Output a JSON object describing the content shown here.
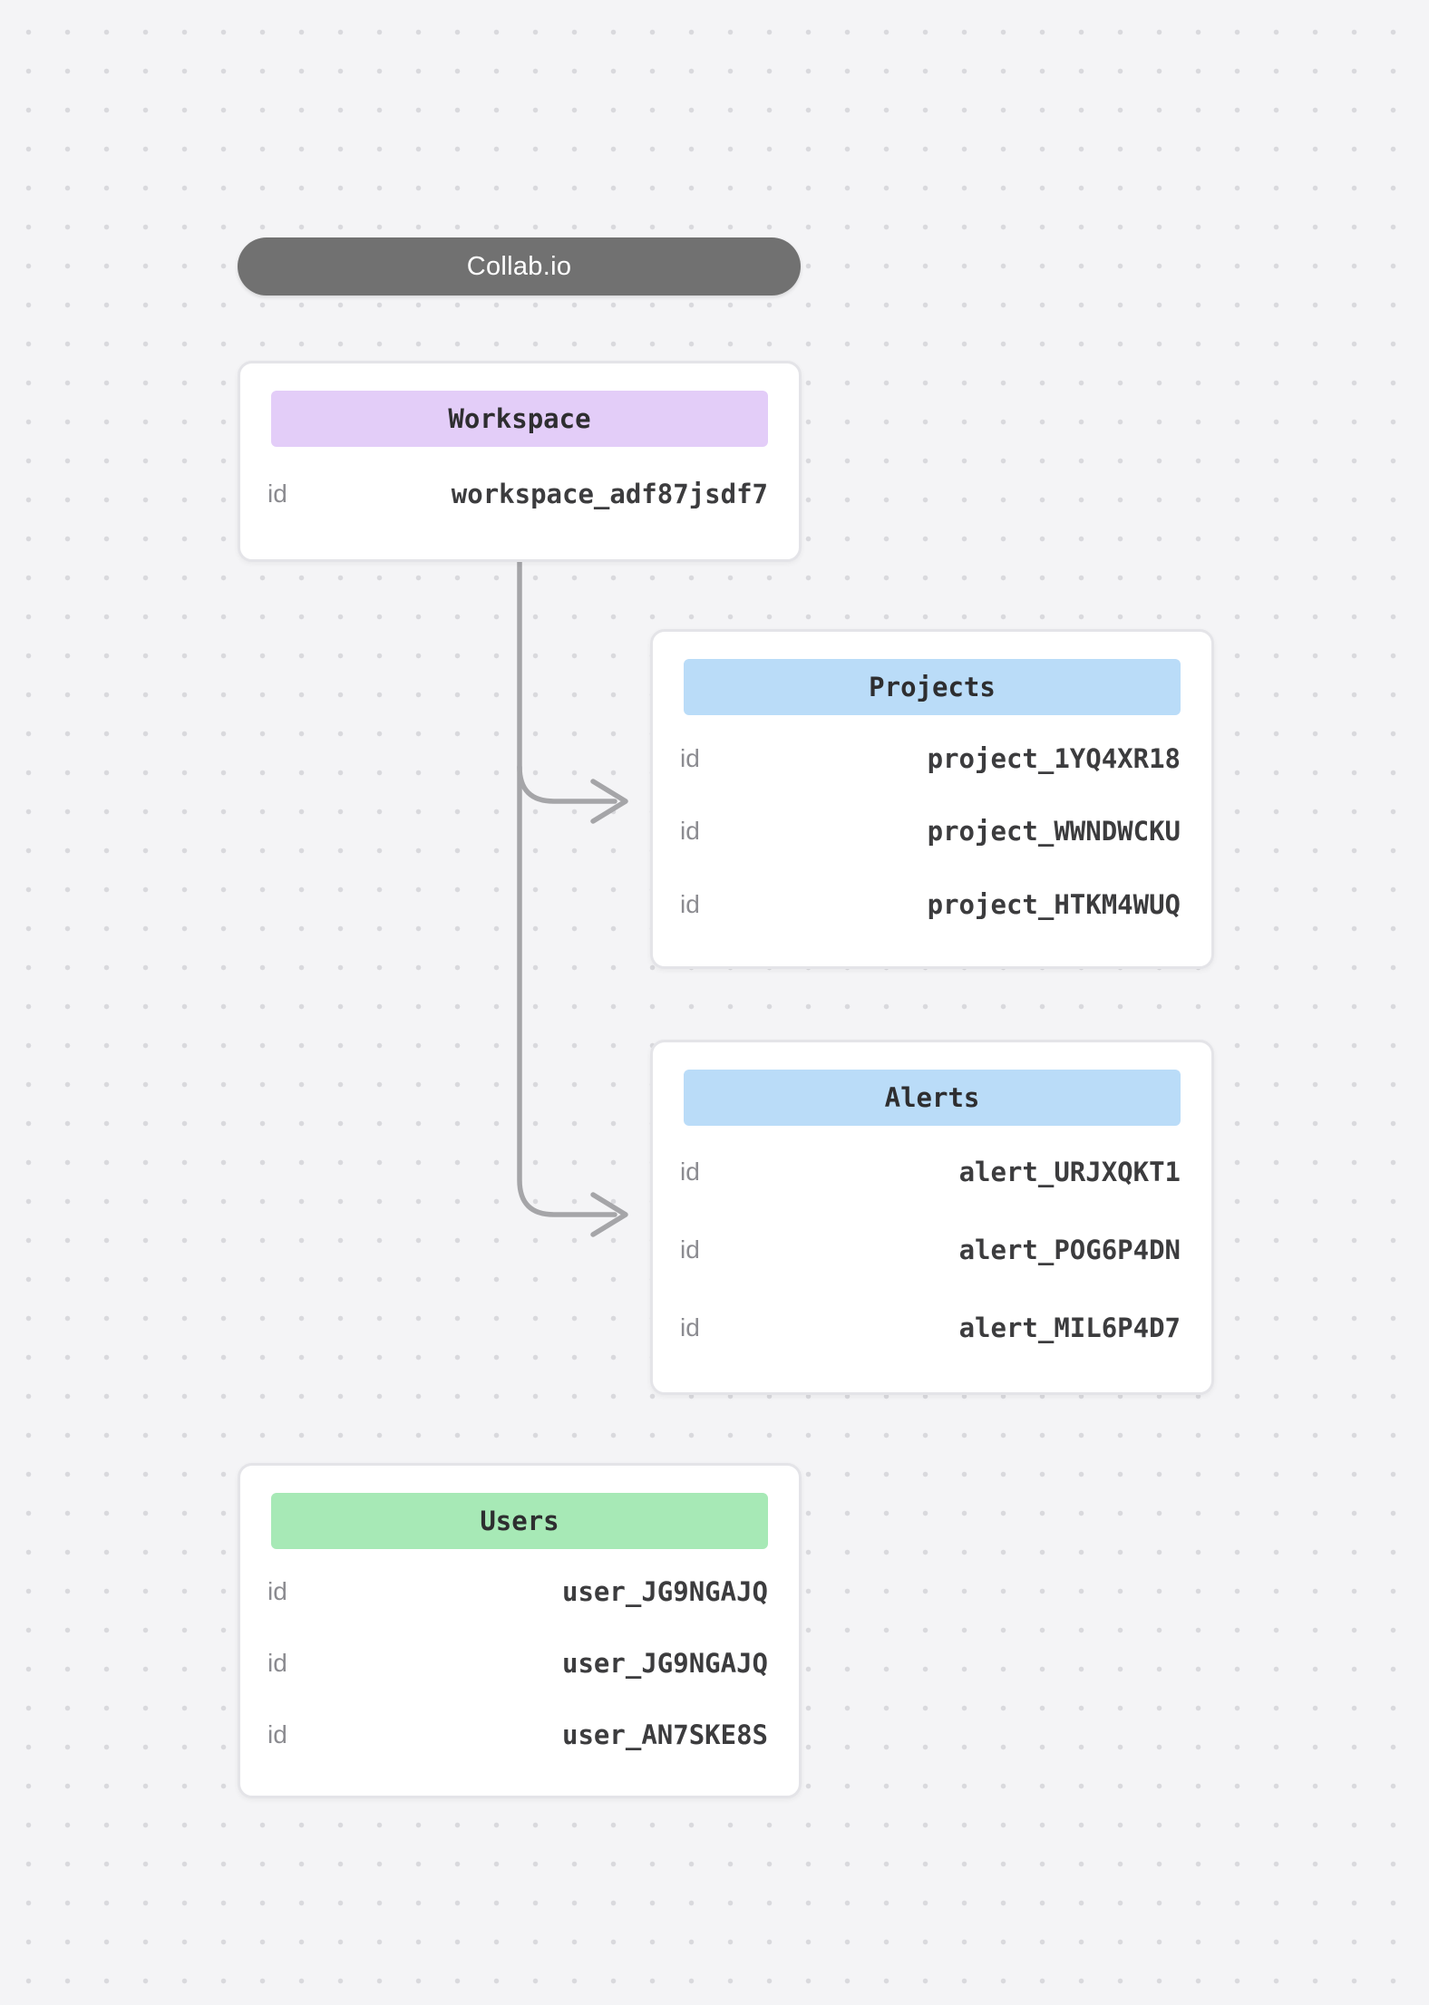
{
  "title": "Collab.io",
  "colors": {
    "background": "#f4f4f6",
    "dot_grid": "#d9d9dd",
    "pill_background": "#717171",
    "pill_text": "#ffffff",
    "card_border": "#e4e4e8",
    "workspace_header": "#e3cdf8",
    "projects_header": "#badcf8",
    "alerts_header": "#badcf8",
    "users_header": "#a7e9b6",
    "connector": "#a5a5a8",
    "label_text": "#8b8b90",
    "value_text": "#3c3c3e"
  },
  "cards": [
    {
      "title": "Workspace",
      "rows": [
        {
          "label": "id",
          "value": "workspace_adf87jsdf7"
        }
      ]
    },
    {
      "title": "Projects",
      "rows": [
        {
          "label": "id",
          "value": "project_1YQ4XR18"
        },
        {
          "label": "id",
          "value": "project_WWNDWCKU"
        },
        {
          "label": "id",
          "value": "project_HTKM4WUQ"
        }
      ]
    },
    {
      "title": "Alerts",
      "rows": [
        {
          "label": "id",
          "value": "alert_URJXQKT1"
        },
        {
          "label": "id",
          "value": "alert_POG6P4DN"
        },
        {
          "label": "id",
          "value": "alert_MIL6P4D7"
        }
      ]
    },
    {
      "title": "Users",
      "rows": [
        {
          "label": "id",
          "value": "user_JG9NGAJQ"
        },
        {
          "label": "id",
          "value": "user_JG9NGAJQ"
        },
        {
          "label": "id",
          "value": "user_AN7SKE8S"
        }
      ]
    }
  ]
}
